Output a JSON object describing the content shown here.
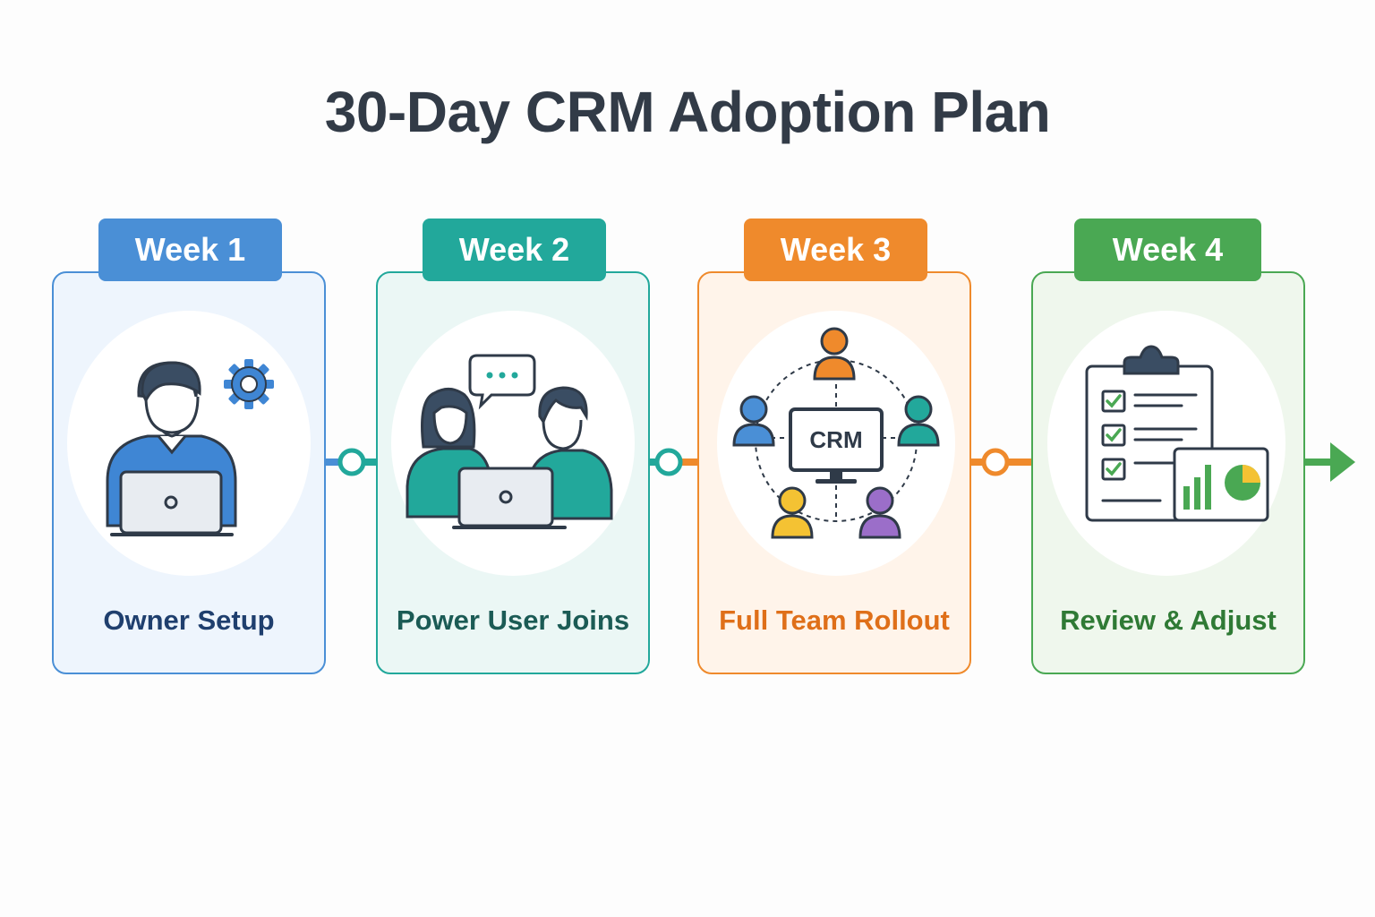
{
  "title": "30-Day CRM Adoption Plan",
  "colors": {
    "blue": "#4a8fd6",
    "teal": "#22a89b",
    "orange": "#ef8a2c",
    "green": "#4aa853",
    "dark": "#2f3a48"
  },
  "steps": [
    {
      "week": "Week 1",
      "label": "Owner Setup",
      "icon": "owner-laptop-gear-icon"
    },
    {
      "week": "Week 2",
      "label": "Power User Joins",
      "icon": "two-users-laptop-chat-icon"
    },
    {
      "week": "Week 3",
      "label": "Full Team Rollout",
      "icon": "crm-team-network-icon"
    },
    {
      "week": "Week 4",
      "label": "Review & Adjust",
      "icon": "checklist-analytics-icon"
    }
  ],
  "crm_screen_text": "CRM"
}
